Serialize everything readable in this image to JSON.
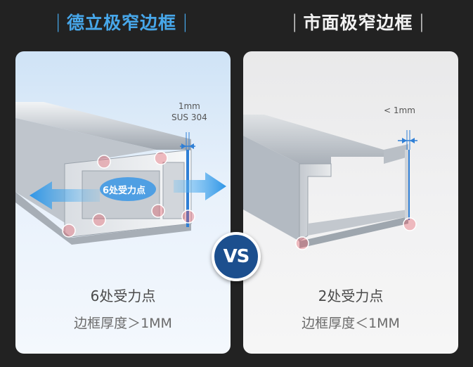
{
  "left_header": {
    "title": "德立极窄边框",
    "bar": "|"
  },
  "right_header": {
    "title": "市面极窄边框",
    "bar": "|"
  },
  "left_panel": {
    "thickness_value": "1mm",
    "material": "SUS 304",
    "bubble_label": "6处受力点",
    "caption_points": "6处受力点",
    "caption_thickness": "边框厚度＞1MM",
    "stress_point_count": 6
  },
  "right_panel": {
    "thickness_value": "< 1mm",
    "caption_points": "2处受力点",
    "caption_thickness": "边框厚度＜1MM",
    "stress_point_count": 2
  },
  "vs_badge": "VS",
  "colors": {
    "accent_blue": "#47a7ea",
    "badge_blue": "#1c4f8e",
    "stress_red": "#e8505b"
  }
}
